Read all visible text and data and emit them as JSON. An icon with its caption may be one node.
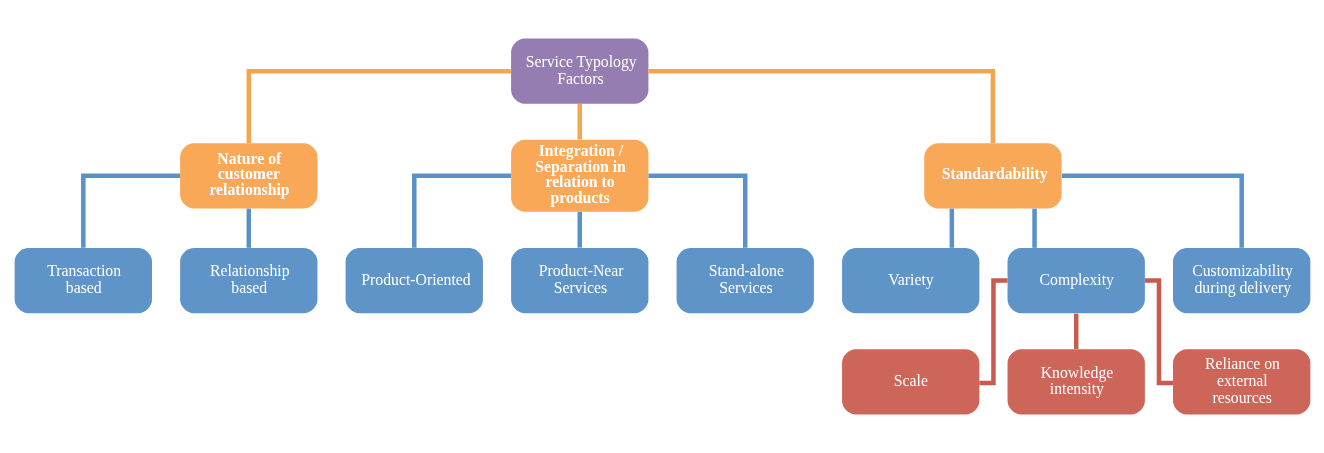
{
  "diagram": {
    "nodes": [
      {
        "text": [
          "Service Typology Factors"
        ]
      },
      {
        "text": [
          "Nature of customer relationship"
        ]
      },
      {
        "text": [
          "Integration / Separation in relation to products"
        ]
      },
      {
        "text": [
          "Standardability"
        ]
      },
      {
        "text": [
          "Transaction based"
        ]
      },
      {
        "text": [
          "Relationship based"
        ]
      },
      {
        "text": [
          "Product-Oriented"
        ]
      },
      {
        "text": [
          "Product-Near Services"
        ]
      },
      {
        "text": [
          "Stand-alone Services"
        ]
      },
      {
        "text": [
          "Variety"
        ]
      },
      {
        "text": [
          "Complexity"
        ]
      },
      {
        "text": [
          "Customizability during delivery"
        ]
      },
      {
        "text": [
          "Scale"
        ]
      },
      {
        "text": [
          "Knowledge intensity"
        ]
      },
      {
        "text": [
          "Reliance on external resources"
        ]
      }
    ],
    "edges": [
      {
        "from": 0,
        "to": 1,
        "arrow": "none",
        "color": "#f6a54f"
      },
      {
        "from": 0,
        "to": 2,
        "arrow": "none",
        "color": "#f6a54f"
      },
      {
        "from": 0,
        "to": 3,
        "arrow": "none",
        "color": "#f6a54f"
      },
      {
        "from": 1,
        "to": 4,
        "arrow": "none"
      },
      {
        "from": 1,
        "to": 5,
        "arrow": "none"
      },
      {
        "from": 2,
        "to": 6,
        "arrow": "none"
      },
      {
        "from": 2,
        "to": 7,
        "arrow": "none"
      },
      {
        "from": 2,
        "to": 8,
        "arrow": "none"
      },
      {
        "from": 3,
        "to": 9,
        "arrow": "none"
      },
      {
        "from": 3,
        "to": 10,
        "arrow": "none"
      },
      {
        "from": 3,
        "to": 11,
        "arrow": "none"
      },
      {
        "from": 10,
        "to": 12,
        "arrow": "none",
        "color": "#c85a50"
      },
      {
        "from": 10,
        "to": 13,
        "arrow": "none",
        "color": "#c85a50"
      },
      {
        "from": 10,
        "to": 14,
        "arrow": "none",
        "color": "#c85a50"
      }
    ]
  }
}
